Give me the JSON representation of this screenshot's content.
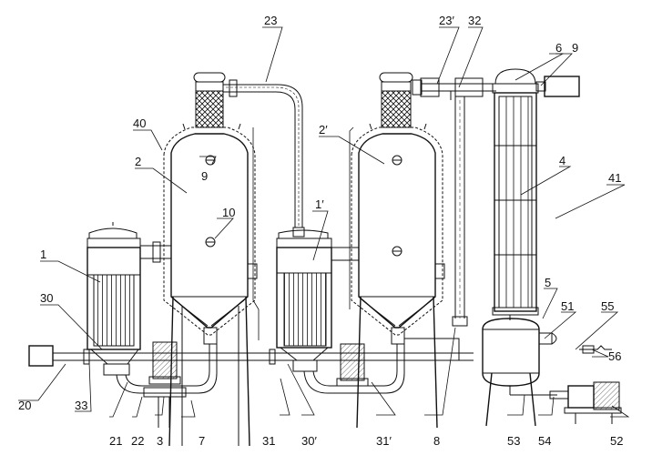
{
  "diagram": {
    "part_labels": {
      "L1": "1",
      "L1p": "1′",
      "L2": "2",
      "L2p": "2′",
      "L3": "3",
      "L4": "4",
      "L5": "5",
      "L6": "6",
      "L7": "7",
      "L8": "8",
      "L9a": "9",
      "L9b": "9",
      "L10": "10",
      "L20": "20",
      "L21": "21",
      "L22": "22",
      "L23": "23",
      "L23p": "23′",
      "L30": "30",
      "L30p": "30′",
      "L31": "31",
      "L31p": "31′",
      "L32": "32",
      "L33": "33",
      "L40": "40",
      "L41": "41",
      "L51": "51",
      "L52": "52",
      "L53": "53",
      "L54": "54",
      "L55": "55",
      "L56": "56"
    }
  }
}
